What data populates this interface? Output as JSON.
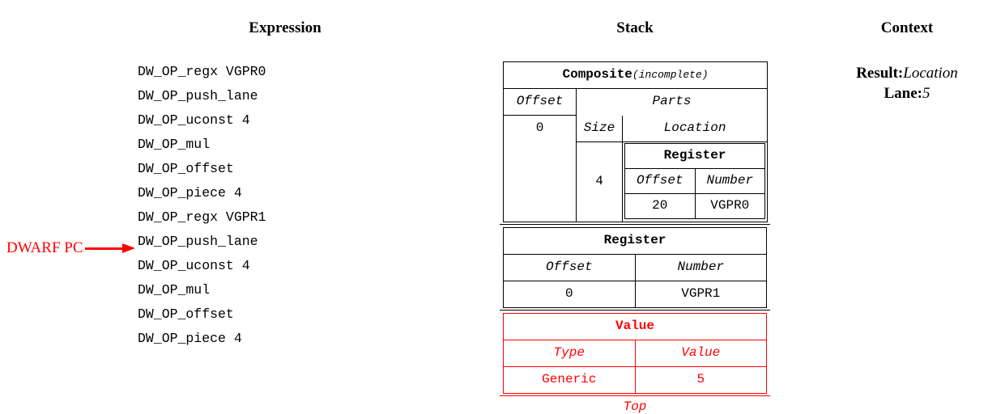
{
  "columns": {
    "expression_title": "Expression",
    "stack_title": "Stack",
    "context_title": "Context"
  },
  "expression": {
    "operations": [
      "DW_OP_regx VGPR0",
      "DW_OP_push_lane",
      "DW_OP_uconst 4",
      "DW_OP_mul",
      "DW_OP_offset",
      "DW_OP_piece 4",
      "DW_OP_regx VGPR1",
      "DW_OP_push_lane",
      "DW_OP_uconst 4",
      "DW_OP_mul",
      "DW_OP_offset",
      "DW_OP_piece 4"
    ],
    "pc_marker_label": "DWARF PC",
    "pc_marker_target_index": 8,
    "pc_marker_color": "#ff0000"
  },
  "stack": {
    "top_label": "Top",
    "entries": [
      {
        "kind": "composite",
        "title": "Composite",
        "title_suffix": "(incomplete)",
        "offset_header": "Offset",
        "offset_value": "0",
        "parts_header": "Parts",
        "size_header": "Size",
        "location_header": "Location",
        "size_value": "4",
        "location": {
          "title": "Register",
          "offset_header": "Offset",
          "number_header": "Number",
          "offset_value": "20",
          "number_value": "VGPR0"
        }
      },
      {
        "kind": "register",
        "title": "Register",
        "offset_header": "Offset",
        "number_header": "Number",
        "offset_value": "0",
        "number_value": "VGPR1"
      },
      {
        "kind": "value",
        "title": "Value",
        "type_header": "Type",
        "value_header": "Value",
        "type_value": "Generic",
        "value_value": "5",
        "color": "#ff0000"
      }
    ]
  },
  "context": {
    "rows": [
      {
        "label": "Result:",
        "value": "Location"
      },
      {
        "label": "Lane:",
        "value": "5"
      }
    ]
  }
}
